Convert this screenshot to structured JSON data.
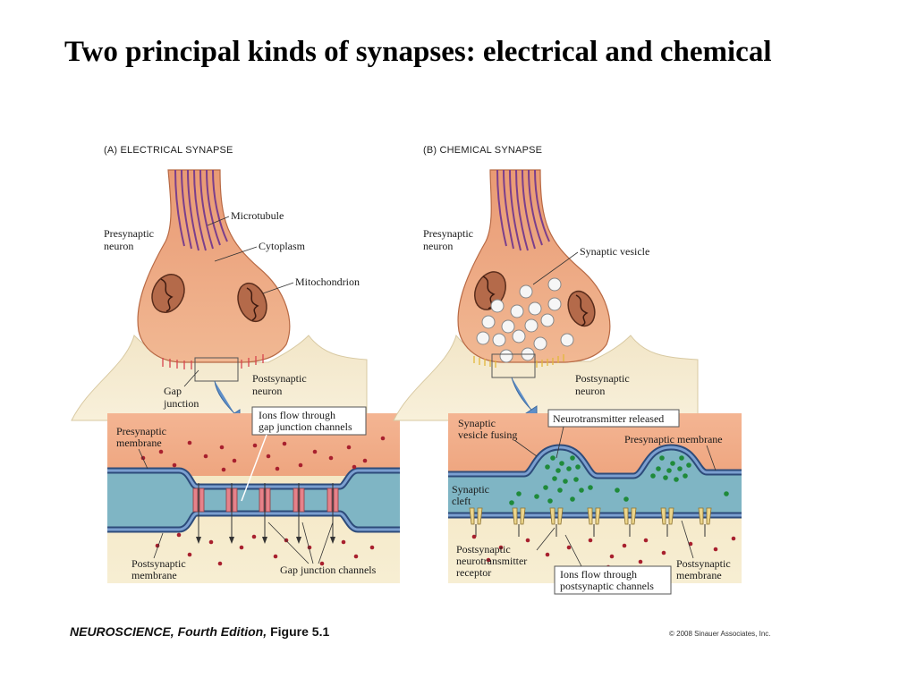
{
  "slide": {
    "title": "Two principal kinds of synapses: electrical and chemical",
    "credit_main": "NEUROSCIENCE, Fourth Edition,",
    "credit_figure": "Figure 5.1",
    "copyright": "© 2008 Sinauer Associates, Inc."
  },
  "panel_a": {
    "title": "(A)  ELECTRICAL SYNAPSE",
    "labels": {
      "presynaptic_neuron_1": "Presynaptic",
      "presynaptic_neuron_2": "neuron",
      "microtubule": "Microtubule",
      "cytoplasm": "Cytoplasm",
      "mitochondrion": "Mitochondrion",
      "gap_junction_1": "Gap",
      "gap_junction_2": "junction",
      "postsynaptic_neuron_1": "Postsynaptic",
      "postsynaptic_neuron_2": "neuron",
      "presynaptic_membrane_1": "Presynaptic",
      "presynaptic_membrane_2": "membrane",
      "ions_flow_1": "Ions flow through",
      "ions_flow_2": "gap junction channels",
      "postsynaptic_membrane_1": "Postsynaptic",
      "postsynaptic_membrane_2": "membrane",
      "gap_junction_channels": "Gap junction channels"
    }
  },
  "panel_b": {
    "title": "(B)  CHEMICAL SYNAPSE",
    "labels": {
      "presynaptic_neuron_1": "Presynaptic",
      "presynaptic_neuron_2": "neuron",
      "synaptic_vesicle": "Synaptic vesicle",
      "postsynaptic_neuron_1": "Postsynaptic",
      "postsynaptic_neuron_2": "neuron",
      "vesicle_fusing_1": "Synaptic",
      "vesicle_fusing_2": "vesicle fusing",
      "neurotransmitter_released": "Neurotransmitter released",
      "presynaptic_membrane": "Presynaptic membrane",
      "synaptic_cleft_1": "Synaptic",
      "synaptic_cleft_2": "cleft",
      "receptor_1": "Postsynaptic",
      "receptor_2": "neurotransmitter",
      "receptor_3": "receptor",
      "ions_flow_1": "Ions flow through",
      "ions_flow_2": "postsynaptic channels",
      "postsynaptic_membrane_1": "Postsynaptic",
      "postsynaptic_membrane_2": "membrane"
    }
  },
  "colors": {
    "neuron_fill": "#e8a07a",
    "neuron_stroke": "#b86a45",
    "post_fill": "#f4e4bf",
    "microtubule": "#7b3f8c",
    "membrane": "#4a6a9a",
    "cleft": "#7fb5c4",
    "ion_red": "#a8202e",
    "nt_green": "#1f8a3a",
    "channel": "#e6828a",
    "receptor": "#ecd58a",
    "arrow_blue": "#5f8fc8"
  }
}
